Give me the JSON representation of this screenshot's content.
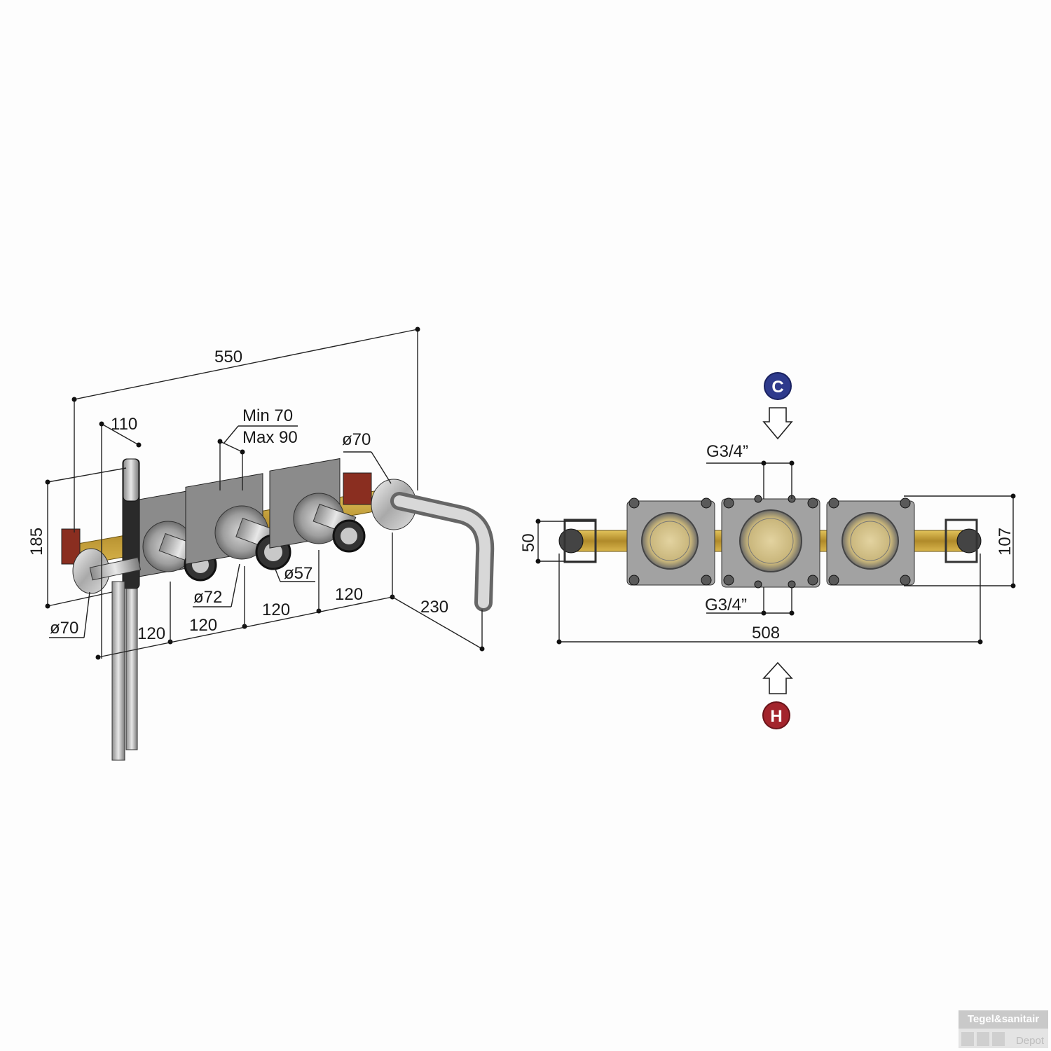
{
  "left_view": {
    "dims": {
      "overall_width": "550",
      "shower_offset": "110",
      "depth_min": "Min 70",
      "depth_max": "Max 90",
      "spout_rosette": "ø70",
      "height": "185",
      "handshower_rosette": "ø70",
      "valve_rosette": "ø72",
      "handle_diameter": "ø57",
      "spacing_1": "120",
      "spacing_2": "120",
      "spacing_3": "120",
      "spacing_4": "120",
      "spout_length": "230"
    }
  },
  "right_view": {
    "dims": {
      "inlet_top": "G3/4”",
      "inlet_bottom": "G3/4”",
      "depth": "50",
      "height": "107",
      "total_length": "508"
    },
    "cold_marker": "C",
    "hot_marker": "H",
    "colors": {
      "cold": "#2e3a8c",
      "hot": "#a3242c",
      "brass": "#c9a23c",
      "plate": "#9a9a9a"
    }
  },
  "watermark": {
    "line1": "Tegel&sanitair",
    "line2": "Depot"
  }
}
